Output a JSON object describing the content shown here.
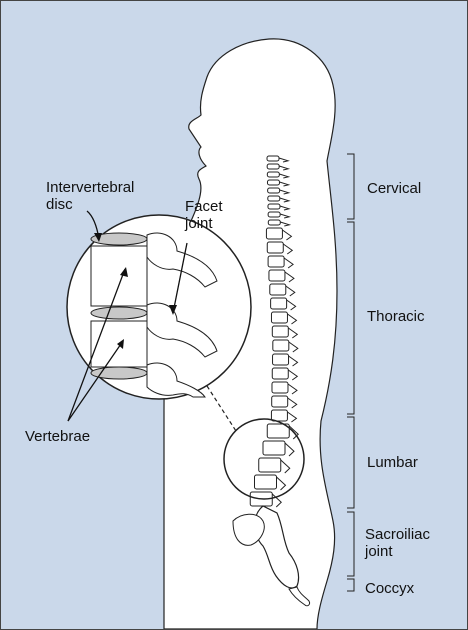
{
  "regions": [
    {
      "id": "cervical",
      "label": "Cervical"
    },
    {
      "id": "thoracic",
      "label": "Thoracic"
    },
    {
      "id": "lumbar",
      "label": "Lumbar"
    },
    {
      "id": "sacroiliac",
      "label": "Sacroiliac joint",
      "line1": "Sacroiliac",
      "line2": "joint"
    },
    {
      "id": "coccyx",
      "label": "Coccyx"
    }
  ],
  "callouts": {
    "intervertebral_disc": {
      "line1": "Intervertebral",
      "line2": "disc"
    },
    "facet_joint": {
      "line1": "Facet",
      "line2": "joint"
    },
    "vertebrae": "Vertebrae"
  },
  "colors": {
    "background": "#cad8ea",
    "body_fill": "#ffffff",
    "outline": "#222222",
    "disc": "#c8c8c8"
  }
}
